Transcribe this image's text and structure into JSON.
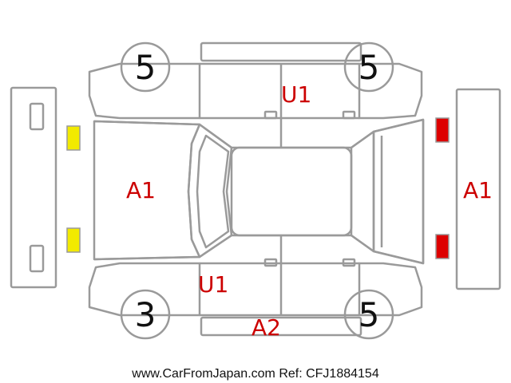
{
  "tires": {
    "front_left": "5",
    "front_right": "5",
    "rear_left": "3",
    "rear_right": "5"
  },
  "damage_labels": {
    "roof_top": "U1",
    "front_bumper": "A1",
    "rear_bumper": "A1",
    "side_lower": "U1",
    "rocker": "A2"
  },
  "footer": "www.CarFromJapan.com Ref: CFJ1884154",
  "colors": {
    "outline": "#9a9a9a",
    "label": "#cc0000",
    "yellow_marker": "#f2ea00",
    "red_marker": "#dd0000"
  }
}
